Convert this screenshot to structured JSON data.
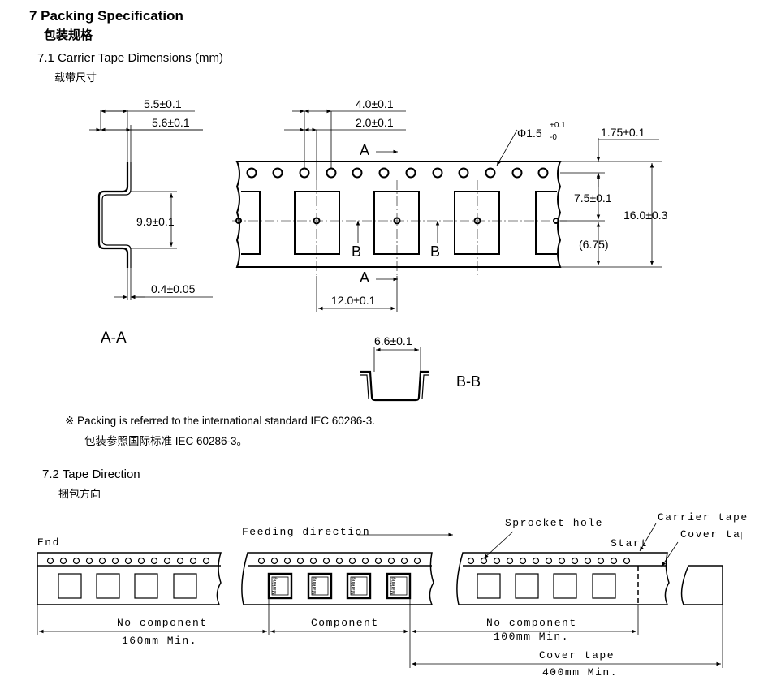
{
  "section": {
    "title": "7 Packing Specification",
    "title_cn": "包装规格"
  },
  "carrier": {
    "heading": "7.1 Carrier Tape Dimensions (mm)",
    "heading_cn": "载带尺寸",
    "dims": {
      "w55": "5.5±0.1",
      "w56": "5.6±0.1",
      "h99": "9.9±0.1",
      "t04": "0.4±0.05",
      "p40": "4.0±0.1",
      "p20": "2.0±0.1",
      "hole": "Φ1.5",
      "hole_tol_plus": "+0.1",
      "hole_tol_minus": "-0",
      "e175": "1.75±0.1",
      "f75": "7.5±0.1",
      "w16": "16.0±0.3",
      "g675": "(6.75)",
      "p12": "12.0±0.1",
      "b66": "6.6±0.1"
    },
    "labels": {
      "a_top": "A",
      "a_bottom": "A",
      "b_left": "B",
      "b_right": "B",
      "aa": "A-A",
      "bb": "B-B"
    },
    "note": "※  Packing is referred to the international standard IEC 60286-3.",
    "note_cn": "包装参照国际标准 IEC 60286-3。"
  },
  "direction": {
    "heading": "7.2 Tape Direction",
    "heading_cn": "捆包方向",
    "end": "End",
    "start": "Start",
    "feeding": "Feeding direction",
    "sprocket": "Sprocket hole",
    "carrier_tape": "Carrier tape",
    "cover_tape_label": "Cover tap",
    "marking": "Marking",
    "seg1_name": "No component",
    "seg1_len": "160mm Min.",
    "seg2_name": "Component",
    "seg3_name": "No component",
    "seg3_len": "100mm Min.",
    "seg4_name": "Cover tape",
    "seg4_len": "400mm Min."
  }
}
